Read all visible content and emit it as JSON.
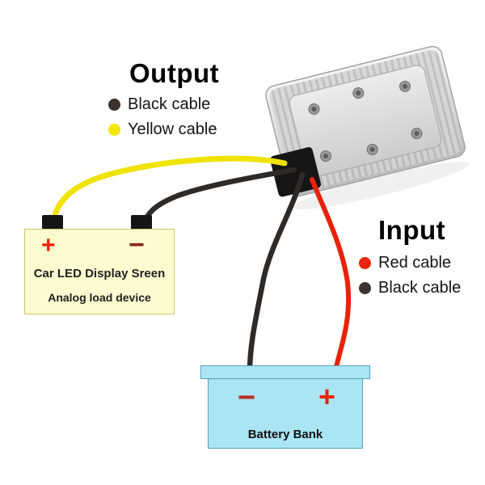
{
  "colors": {
    "yellow_wire": "#f0e300",
    "black_wire": "#2e2a28",
    "red_wire": "#e8220a",
    "black_dot": "#3a332f",
    "yellow_dot": "#f4e600",
    "red_dot": "#ea2410",
    "load_box_bg": "#fcfacf",
    "battery_bg": "#aae5f4",
    "plus_red": "#ee2200",
    "minus_dark": "#8a241a",
    "battery_minus": "#b43224",
    "battery_plus": "#ee2200"
  },
  "output_legend": {
    "title": "Output",
    "items": [
      {
        "label": "Black cable"
      },
      {
        "label": "Yellow cable"
      }
    ]
  },
  "input_legend": {
    "title": "Input",
    "items": [
      {
        "label": "Red cable"
      },
      {
        "label": "Black cable"
      }
    ]
  },
  "load_device": {
    "plus": "+",
    "minus": "−",
    "line1": "Car LED Display Sreen",
    "line2": "Analog load device"
  },
  "battery": {
    "minus": "−",
    "plus": "+",
    "label": "Battery Bank"
  }
}
